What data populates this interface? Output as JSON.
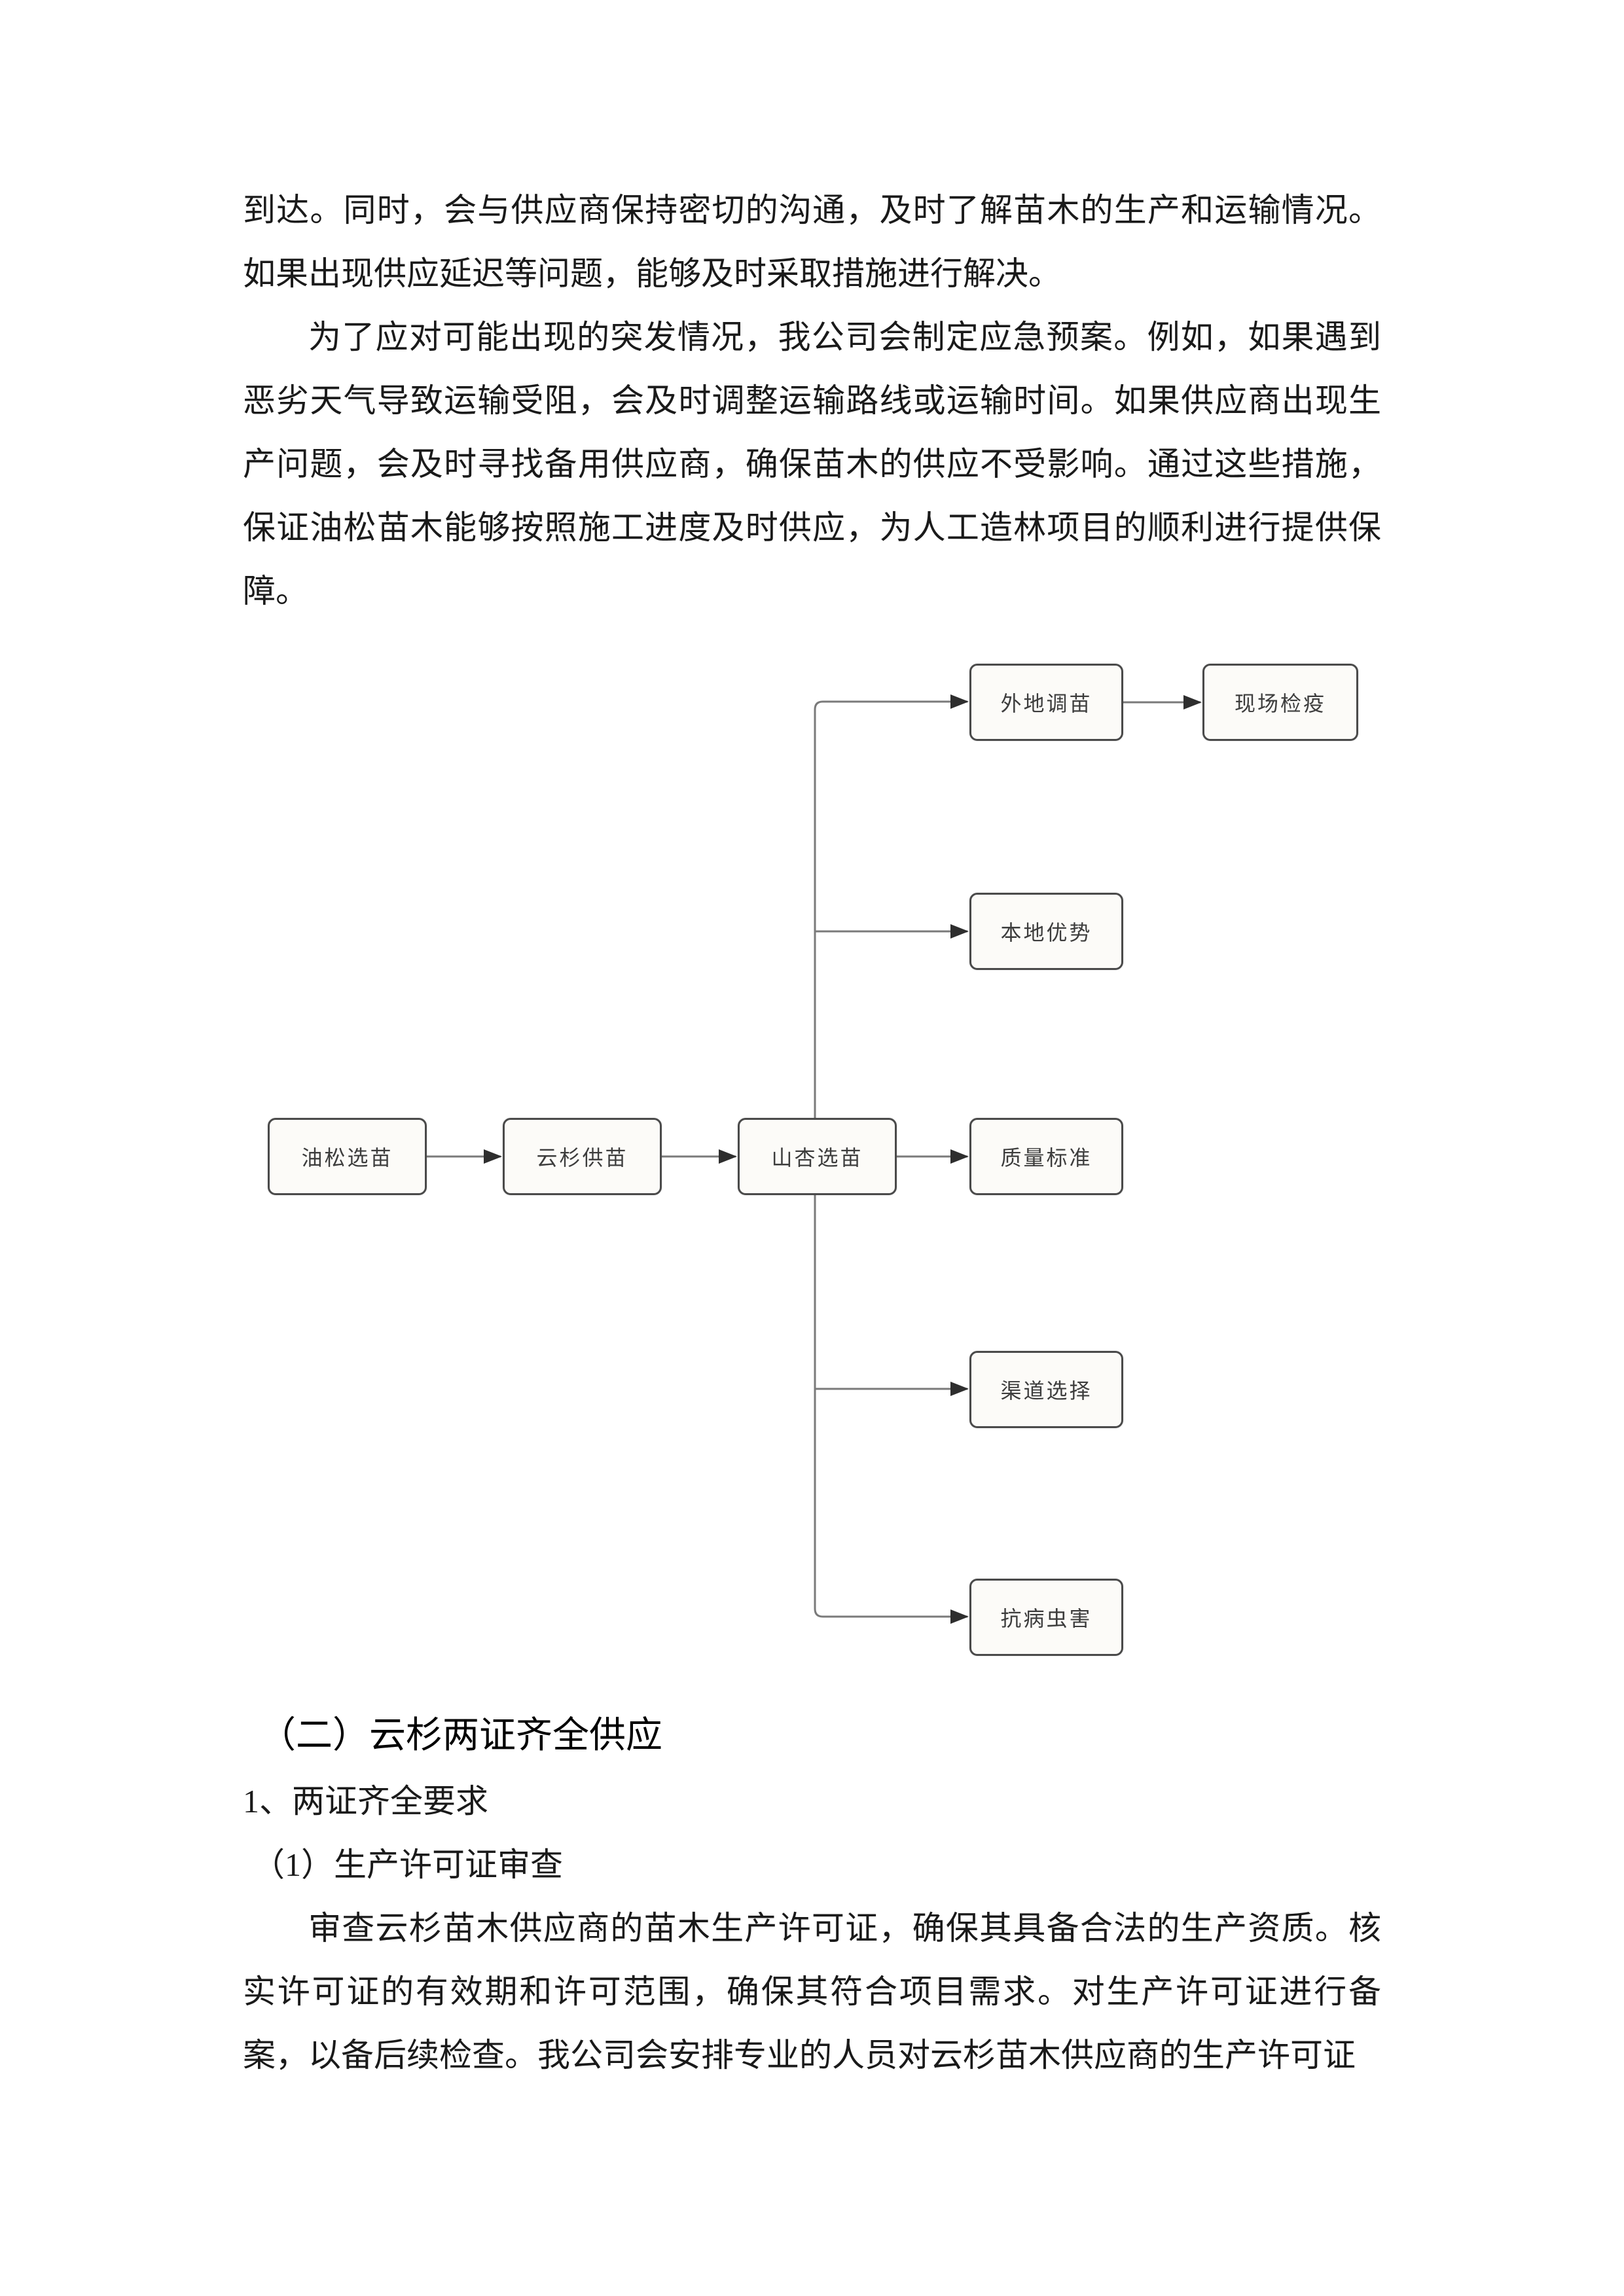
{
  "document": {
    "paragraphs": {
      "p1": "到达。同时，会与供应商保持密切的沟通，及时了解苗木的生产和运输情况。如果出现供应延迟等问题，能够及时采取措施进行解决。",
      "p2": "为了应对可能出现的突发情况，我公司会制定应急预案。例如，如果遇到恶劣天气导致运输受阻，会及时调整运输路线或运输时间。如果供应商出现生产问题，会及时寻找备用供应商，确保苗木的供应不受影响。通过这些措施，保证油松苗木能够按照施工进度及时供应，为人工造林项目的顺利进行提供保障。",
      "p3": "审查云杉苗木供应商的苗木生产许可证，确保其具备合法的生产资质。核实许可证的有效期和许可范围，确保其符合项目需求。对生产许可证进行备案，以备后续检查。我公司会安排专业的人员对云杉苗木供应商的生产许可证"
    },
    "headings": {
      "h2": "（二）云杉两证齐全供应",
      "h3": "1、两证齐全要求",
      "h4": "（1）生产许可证审查"
    }
  },
  "flowchart": {
    "nodes": [
      {
        "id": "yousong-xuanmiao",
        "label": "油松选苗"
      },
      {
        "id": "yunshan-gongmiao",
        "label": "云杉供苗"
      },
      {
        "id": "shanxing-xuanmiao",
        "label": "山杏选苗"
      },
      {
        "id": "waidi-diaomiao",
        "label": "外地调苗"
      },
      {
        "id": "xianchang-jianyi",
        "label": "现场检疫"
      },
      {
        "id": "bendi-youshi",
        "label": "本地优势"
      },
      {
        "id": "zhiliang-biaozhun",
        "label": "质量标准"
      },
      {
        "id": "qudao-xuanze",
        "label": "渠道选择"
      },
      {
        "id": "kangbing-chonghai",
        "label": "抗病虫害"
      }
    ],
    "edges": [
      {
        "from": "油松选苗",
        "to": "云杉供苗"
      },
      {
        "from": "云杉供苗",
        "to": "山杏选苗"
      },
      {
        "from": "山杏选苗",
        "to": "质量标准"
      },
      {
        "from": "山杏选苗",
        "to": "外地调苗"
      },
      {
        "from": "外地调苗",
        "to": "现场检疫"
      },
      {
        "from": "山杏选苗",
        "to": "本地优势"
      },
      {
        "from": "山杏选苗",
        "to": "渠道选择"
      },
      {
        "from": "山杏选苗",
        "to": "抗病虫害"
      }
    ],
    "colors": {
      "line": "#7a7a7a",
      "arrowhead": "#2e2e2e",
      "box_border": "#4a4a4a",
      "box_fill": "#fcfbf8",
      "box_text": "#3d3d3d"
    }
  }
}
